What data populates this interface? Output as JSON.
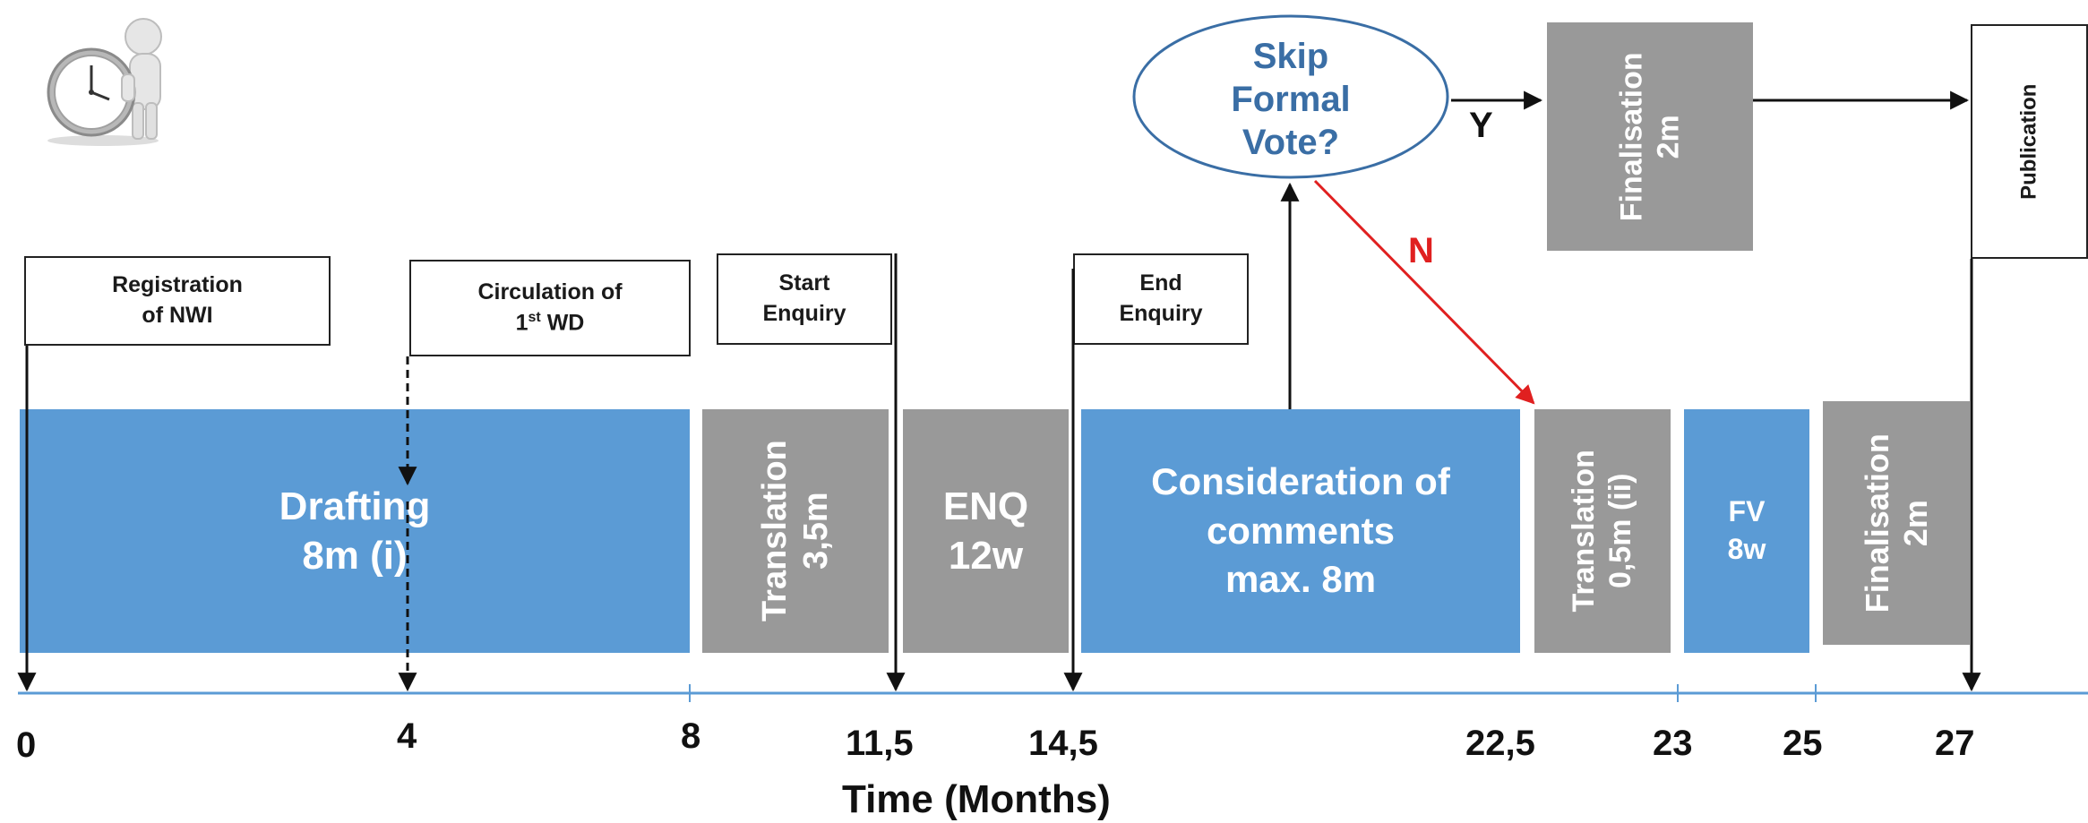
{
  "phases": {
    "drafting": {
      "line1": "Drafting",
      "line2": "8m (i)"
    },
    "translation1": {
      "line1": "Translation",
      "line2": "3,5m"
    },
    "enq": {
      "line1": "ENQ",
      "line2": "12w"
    },
    "consideration": {
      "line1": "Consideration of",
      "line2": "comments",
      "line3": "max. 8m"
    },
    "translation2": {
      "line1": "Translation",
      "line2": "0,5m (ii)"
    },
    "fv": {
      "line1": "FV",
      "line2": "8w"
    },
    "finalisation_bottom": {
      "line1": "Finalisation",
      "line2": "2m"
    },
    "finalisation_top": {
      "line1": "Finalisation",
      "line2": "2m"
    }
  },
  "milestones": {
    "registration": {
      "line1": "Registration",
      "line2": "of NWI"
    },
    "circulation": {
      "line1": "Circulation of",
      "line2_base": "1",
      "line2_sup": "st",
      "line2_rest": " WD"
    },
    "start_enquiry": {
      "line1": "Start",
      "line2": "Enquiry"
    },
    "end_enquiry": {
      "line1": "End",
      "line2": "Enquiry"
    },
    "publication": "Publication"
  },
  "decision": {
    "line1": "Skip",
    "line2": "Formal",
    "line3": "Vote?",
    "yes_label": "Y",
    "no_label": "N"
  },
  "axis": {
    "title": "Time (Months)",
    "ticks": [
      "0",
      "4",
      "8",
      "11,5",
      "14,5",
      "22,5",
      "23",
      "25",
      "27"
    ]
  },
  "colors": {
    "phase_blue": "#5b9bd5",
    "phase_grey": "#999999",
    "no_arrow": "#e02020",
    "axis": "#5b9bd5"
  },
  "icons": {
    "clock": "clock-figure-icon"
  }
}
